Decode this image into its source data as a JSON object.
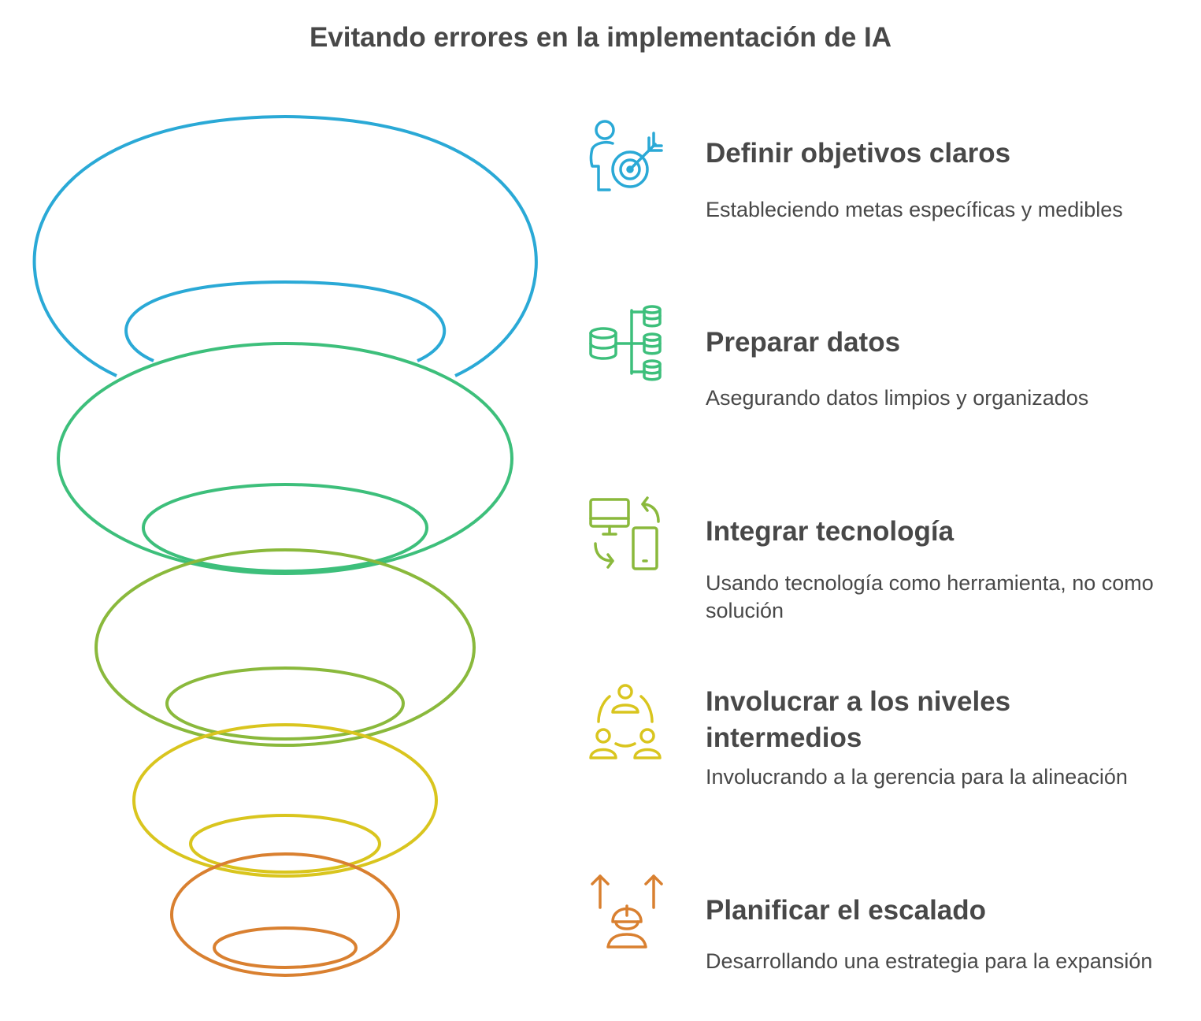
{
  "title": "Evitando errores en la implementación de IA",
  "items": [
    {
      "title": "Definir objetivos claros",
      "description": "Estableciendo metas específicas y medibles",
      "icon": "person-target-icon",
      "color": "#2aa9d6"
    },
    {
      "title": "Preparar datos",
      "description": "Asegurando datos limpios y organizados",
      "icon": "database-icon",
      "color": "#3dbf7b"
    },
    {
      "title": "Integrar tecnología",
      "description": "Usando tecnología como herramienta, no como solución",
      "icon": "devices-sync-icon",
      "color": "#8ab93c"
    },
    {
      "title": "Involucrar a los niveles intermedios",
      "description": "Involucrando a la gerencia para la alineación",
      "icon": "team-cycle-icon",
      "color": "#d9c51e"
    },
    {
      "title": "Planificar el escalado",
      "description": "Desarrollando una estrategia para la expansión",
      "icon": "worker-growth-icon",
      "color": "#d98030"
    }
  ]
}
